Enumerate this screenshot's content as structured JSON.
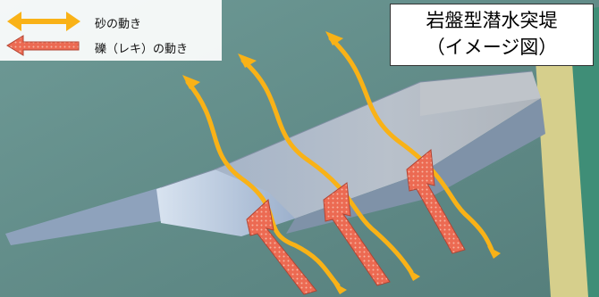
{
  "title": {
    "line1": "岩盤型潜水突堤",
    "line2": "（イメージ図）"
  },
  "legend": {
    "sand_label": "砂の動き",
    "gravel_label": "礫（レキ）の動き"
  },
  "colors": {
    "sand_arrow": "#F9B217",
    "gravel_arrow": "#E9684F",
    "water": "#5F8D8A",
    "shore": "#D9D28E",
    "land": "#3E8F78"
  }
}
